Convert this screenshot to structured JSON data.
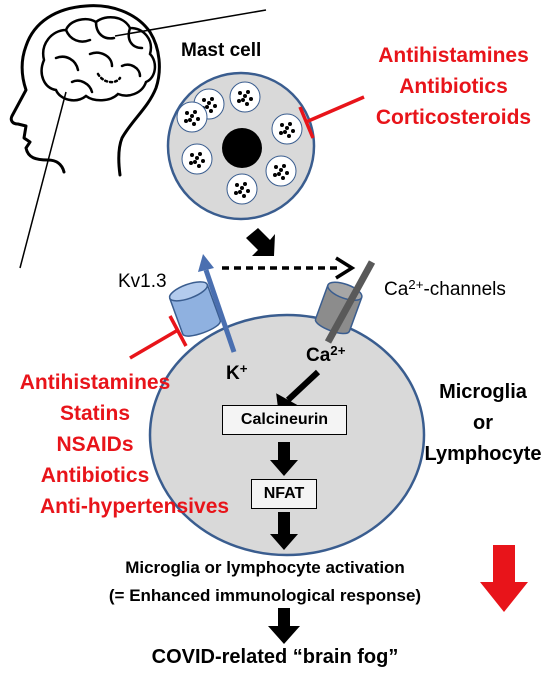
{
  "mast_cell": {
    "label": "Mast cell"
  },
  "mast_inhibitors": [
    "Antihistamines",
    "Antibiotics",
    "Corticosteroids"
  ],
  "kv_channel": {
    "label": "Kv1.3",
    "ion": "K",
    "ion_sup": "+"
  },
  "ca_channel": {
    "label_base": "Ca",
    "label_sup": "2+",
    "label_rest": "-channels",
    "ion": "Ca",
    "ion_sup": "2+"
  },
  "kv_inhibitors": [
    "Antihistamines",
    "Statins",
    "NSAIDs",
    "Antibiotics",
    "Anti-hypertensives"
  ],
  "target_cell": {
    "line1": "Microglia",
    "line2": "or",
    "line3": "Lymphocyte"
  },
  "pathway": {
    "step1": "Calcineurin",
    "step2": "NFAT"
  },
  "activation": {
    "line1": "Microglia or lymphocyte activation",
    "line2": "(= Enhanced immunological response)"
  },
  "outcome": {
    "label": "COVID-related “brain fog”"
  },
  "colors": {
    "inhibitor_red": "#e8141a",
    "cell_fill": "#d9d9d9",
    "cell_stroke": "#3a5d8f",
    "channel_blue": "#8fb1e0",
    "channel_gray": "#7f7f7f"
  }
}
